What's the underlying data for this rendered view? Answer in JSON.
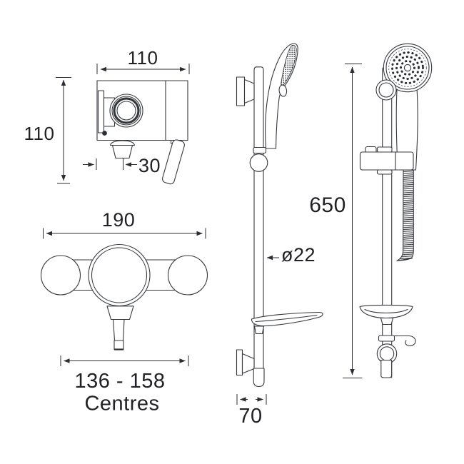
{
  "drawing": {
    "background": "#ffffff",
    "line_color": "#35383d",
    "text_color": "#202124",
    "labels": {
      "valve_width": "110",
      "valve_height": "110",
      "outlet_offset": "30",
      "valve_front_width": "190",
      "inlet_centres": "136 - 158",
      "inlet_centres_caption": "Centres",
      "rail_diameter": "ø22",
      "rail_length": "650",
      "bottom_bracket_depth": "70"
    }
  }
}
